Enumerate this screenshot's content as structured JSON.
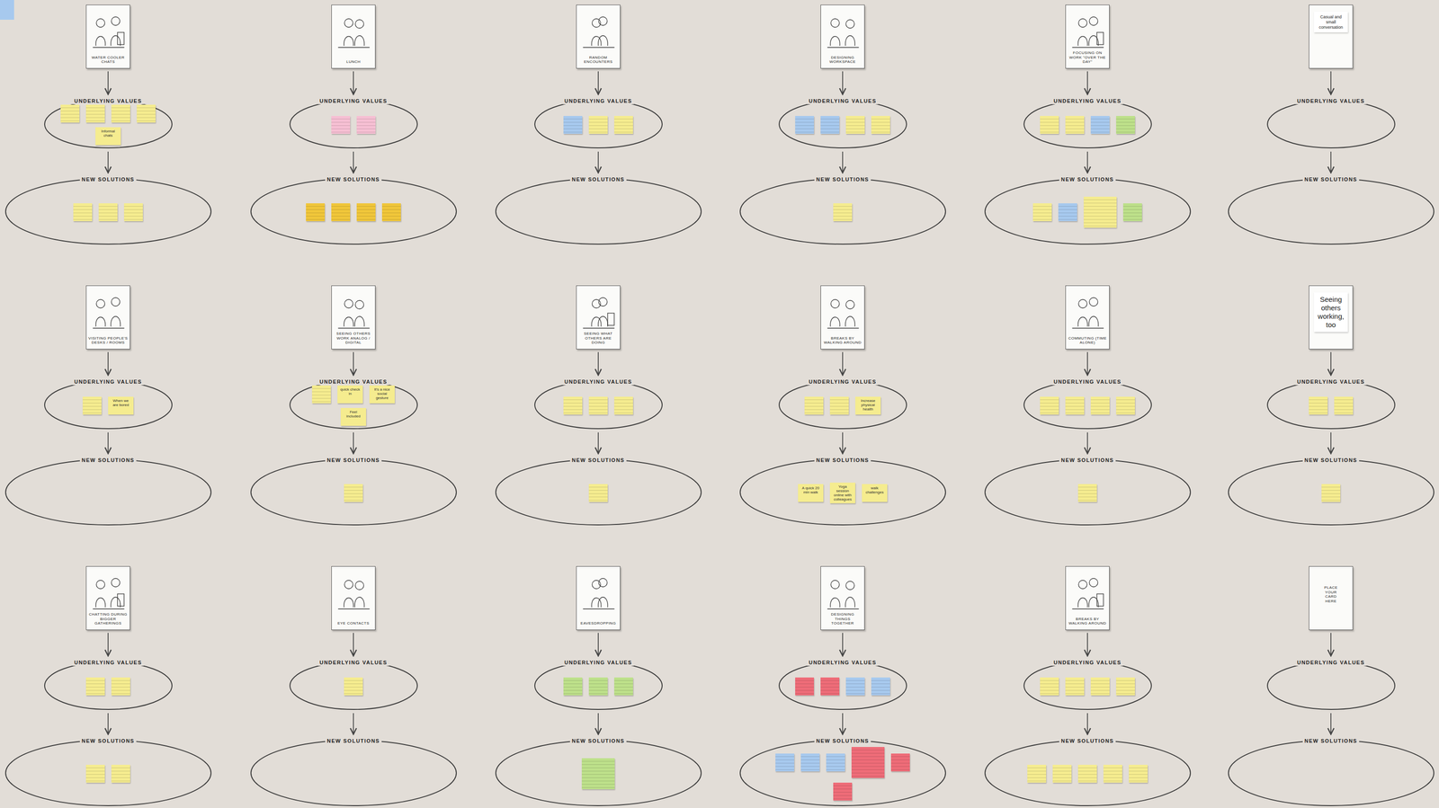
{
  "diagram": {
    "nodes": [
      {
        "text": [
          "WATER COOLER CHATS"
        ]
      },
      {
        "text": [
          "UNDERLYING VALUES"
        ]
      },
      {
        "text": [
          "Informal chats"
        ],
        "in": 1
      },
      {
        "text": [
          "NEW SOLUTIONS"
        ]
      },
      {
        "text": [
          "LUNCH"
        ]
      },
      {
        "text": [
          "UNDERLYING VALUES"
        ]
      },
      {
        "text": [
          "NEW SOLUTIONS"
        ]
      },
      {
        "text": [
          "RANDOM ENCOUNTERS"
        ]
      },
      {
        "text": [
          "UNDERLYING VALUES"
        ]
      },
      {
        "text": [
          "NEW SOLUTIONS"
        ]
      },
      {
        "text": [
          "DESIGNING WORKSPACE"
        ]
      },
      {
        "text": [
          "UNDERLYING VALUES"
        ]
      },
      {
        "text": [
          "NEW SOLUTIONS"
        ]
      },
      {
        "text": [
          "FOCUSING ON WORK \"OVER THE DAY\""
        ]
      },
      {
        "text": [
          "UNDERLYING VALUES"
        ]
      },
      {
        "text": [
          "NEW SOLUTIONS"
        ]
      },
      {
        "text": [
          "Casual and small conversation"
        ]
      },
      {
        "text": [
          "UNDERLYING VALUES"
        ]
      },
      {
        "text": [
          "NEW SOLUTIONS"
        ]
      },
      {
        "text": [
          "VISITING PEOPLE'S DESKS / ROOMS"
        ]
      },
      {
        "text": [
          "UNDERLYING VALUES"
        ]
      },
      {
        "text": [
          "When we are bored"
        ],
        "in": 20
      },
      {
        "text": [
          "NEW SOLUTIONS"
        ]
      },
      {
        "text": [
          "SEEING OTHERS WORK ANALOG / DIGITAL"
        ]
      },
      {
        "text": [
          "UNDERLYING VALUES"
        ]
      },
      {
        "text": [
          "quick check in"
        ],
        "in": 24
      },
      {
        "text": [
          "It's a nice social gesture"
        ],
        "in": 24
      },
      {
        "text": [
          "Feel included"
        ],
        "in": 24
      },
      {
        "text": [
          "NEW SOLUTIONS"
        ]
      },
      {
        "text": [
          "SEEING WHAT OTHERS ARE DOING"
        ]
      },
      {
        "text": [
          "UNDERLYING VALUES"
        ]
      },
      {
        "text": [
          "NEW SOLUTIONS"
        ]
      },
      {
        "text": [
          "BREAKS BY WALKING AROUND"
        ]
      },
      {
        "text": [
          "UNDERLYING VALUES"
        ]
      },
      {
        "text": [
          "Increase physical health"
        ],
        "in": 33
      },
      {
        "text": [
          "NEW SOLUTIONS"
        ]
      },
      {
        "text": [
          "A quick 20 min walk"
        ],
        "in": 35
      },
      {
        "text": [
          "Yoga session online with colleagues"
        ],
        "in": 35
      },
      {
        "text": [
          "walk challenges"
        ],
        "in": 35
      },
      {
        "text": [
          "COMMUTING (TIME ALONE)"
        ]
      },
      {
        "text": [
          "UNDERLYING VALUES"
        ]
      },
      {
        "text": [
          "NEW SOLUTIONS"
        ]
      },
      {
        "text": [
          "Seeing others working, too"
        ]
      },
      {
        "text": [
          "UNDERLYING VALUES"
        ]
      },
      {
        "text": [
          "NEW SOLUTIONS"
        ]
      },
      {
        "text": [
          "CHATTING DURING BIGGER GATHERINGS"
        ]
      },
      {
        "text": [
          "UNDERLYING VALUES"
        ]
      },
      {
        "text": [
          "NEW SOLUTIONS"
        ]
      },
      {
        "text": [
          "EYE CONTACTS"
        ]
      },
      {
        "text": [
          "UNDERLYING VALUES"
        ]
      },
      {
        "text": [
          "NEW SOLUTIONS"
        ]
      },
      {
        "text": [
          "EAVESDROPPING"
        ]
      },
      {
        "text": [
          "UNDERLYING VALUES"
        ]
      },
      {
        "text": [
          "NEW SOLUTIONS"
        ]
      },
      {
        "text": [
          "DESIGNING THINGS TOGETHER"
        ]
      },
      {
        "text": [
          "UNDERLYING VALUES"
        ]
      },
      {
        "text": [
          "NEW SOLUTIONS"
        ]
      },
      {
        "text": [
          "BREAKS BY WALKING AROUND"
        ]
      },
      {
        "text": [
          "UNDERLYING VALUES"
        ]
      },
      {
        "text": [
          "NEW SOLUTIONS"
        ]
      },
      {
        "text": [
          "PLACE YOUR CARD HERE"
        ]
      },
      {
        "text": [
          "UNDERLYING VALUES"
        ]
      },
      {
        "text": [
          "NEW SOLUTIONS"
        ]
      }
    ],
    "edges": [
      {
        "from": 0,
        "to": 1,
        "arrow": "to"
      },
      {
        "from": 1,
        "to": 3,
        "arrow": "to"
      },
      {
        "from": 4,
        "to": 5,
        "arrow": "to"
      },
      {
        "from": 5,
        "to": 6,
        "arrow": "to"
      },
      {
        "from": 7,
        "to": 8,
        "arrow": "to"
      },
      {
        "from": 8,
        "to": 9,
        "arrow": "to"
      },
      {
        "from": 10,
        "to": 11,
        "arrow": "to"
      },
      {
        "from": 11,
        "to": 12,
        "arrow": "to"
      },
      {
        "from": 13,
        "to": 14,
        "arrow": "to"
      },
      {
        "from": 14,
        "to": 15,
        "arrow": "to"
      },
      {
        "from": 16,
        "to": 17,
        "arrow": "to"
      },
      {
        "from": 17,
        "to": 18,
        "arrow": "to"
      },
      {
        "from": 19,
        "to": 20,
        "arrow": "to"
      },
      {
        "from": 20,
        "to": 22,
        "arrow": "to"
      },
      {
        "from": 23,
        "to": 24,
        "arrow": "to"
      },
      {
        "from": 24,
        "to": 28,
        "arrow": "to"
      },
      {
        "from": 29,
        "to": 30,
        "arrow": "to"
      },
      {
        "from": 30,
        "to": 31,
        "arrow": "to"
      },
      {
        "from": 32,
        "to": 33,
        "arrow": "to"
      },
      {
        "from": 33,
        "to": 35,
        "arrow": "to"
      },
      {
        "from": 39,
        "to": 40,
        "arrow": "to"
      },
      {
        "from": 40,
        "to": 41,
        "arrow": "to"
      },
      {
        "from": 42,
        "to": 43,
        "arrow": "to"
      },
      {
        "from": 43,
        "to": 44,
        "arrow": "to"
      },
      {
        "from": 45,
        "to": 46,
        "arrow": "to"
      },
      {
        "from": 46,
        "to": 47,
        "arrow": "to"
      },
      {
        "from": 48,
        "to": 49,
        "arrow": "to"
      },
      {
        "from": 49,
        "to": 50,
        "arrow": "to"
      },
      {
        "from": 51,
        "to": 52,
        "arrow": "to"
      },
      {
        "from": 52,
        "to": 53,
        "arrow": "to"
      },
      {
        "from": 54,
        "to": 55,
        "arrow": "to"
      },
      {
        "from": 55,
        "to": 56,
        "arrow": "to"
      },
      {
        "from": 57,
        "to": 58,
        "arrow": "to"
      },
      {
        "from": 58,
        "to": 59,
        "arrow": "to"
      },
      {
        "from": 60,
        "to": 61,
        "arrow": "to"
      },
      {
        "from": 61,
        "to": 62,
        "arrow": "to"
      }
    ]
  }
}
